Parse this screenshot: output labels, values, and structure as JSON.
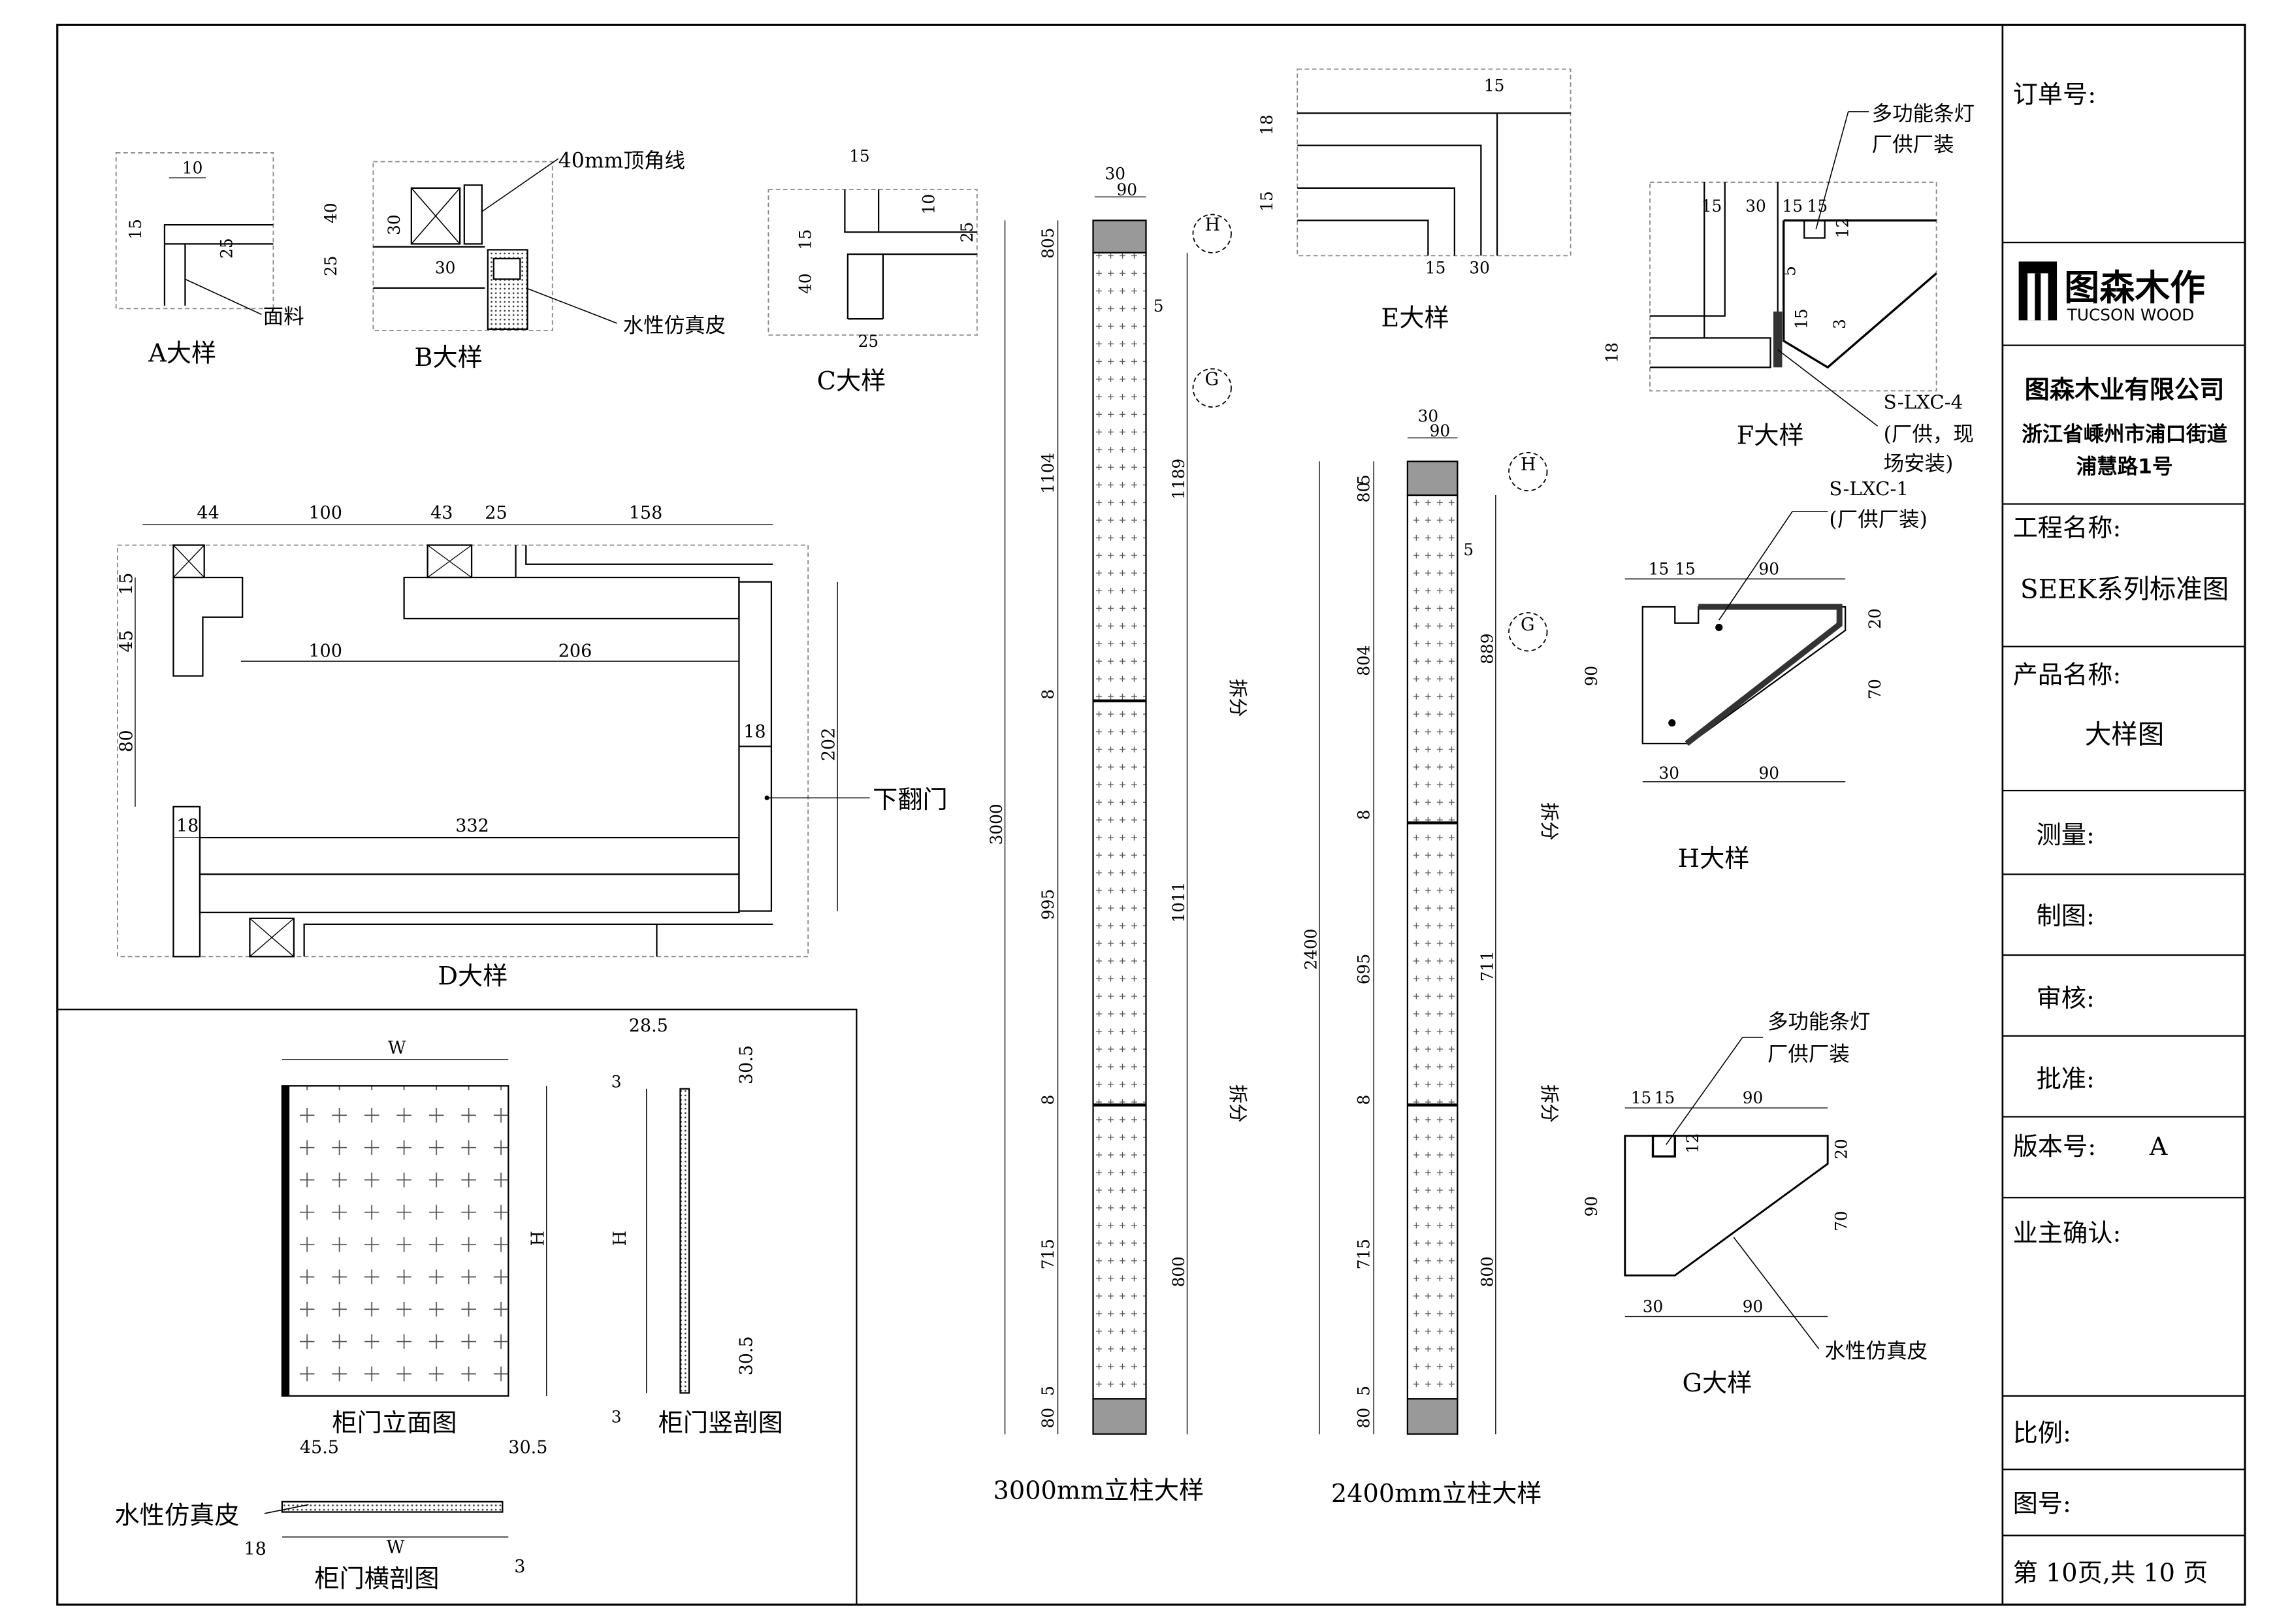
{
  "title_block": {
    "order_no_label": "订单号:",
    "logo_text": "图森木作",
    "logo_sub": "TUCSON WOOD",
    "company": "图森木业有限公司",
    "address_line1": "浙江省嵊州市浦口街道",
    "address_line2": "浦慧路1号",
    "project_label": "工程名称:",
    "project_value": "SEEK系列标准图",
    "product_label": "产品名称:",
    "product_value": "大样图",
    "measure_label": "测量:",
    "draw_label": "制图:",
    "review_label": "审核:",
    "approve_label": "批准:",
    "version_label": "版本号:",
    "version_value": "A",
    "owner_confirm_label": "业主确认:",
    "scale_label": "比例:",
    "drawing_no_label": "图号:",
    "page_label": "第 10页,共 10 页"
  },
  "details": {
    "A": {
      "title": "A大样",
      "dims": [
        "10",
        "15",
        "25"
      ],
      "callouts": [
        "面料"
      ]
    },
    "B": {
      "title": "B大样",
      "dims": [
        "40",
        "30",
        "25",
        "30"
      ],
      "callouts": [
        "40mm顶角线",
        "水性仿真皮"
      ]
    },
    "C": {
      "title": "C大样",
      "dims": [
        "15",
        "10",
        "15",
        "25",
        "40",
        "25"
      ]
    },
    "D": {
      "title": "D大样",
      "top_dims": [
        "44",
        "100",
        "43",
        "25",
        "158"
      ],
      "inner_dims": [
        "100",
        "206"
      ],
      "left_dims": [
        "15",
        "45",
        "80"
      ],
      "right_dim": "202",
      "door_dim": "18",
      "bottom_dims": [
        "18",
        "332"
      ],
      "callout": "下翻门"
    },
    "E": {
      "title": "E大样",
      "dims": [
        "15",
        "18",
        "15",
        "15",
        "30"
      ]
    },
    "F": {
      "title": "F大样",
      "dims": [
        "15",
        "30",
        "15",
        "15",
        "12",
        "5",
        "15",
        "3",
        "18"
      ],
      "callouts": [
        "多功能条灯",
        "厂供厂装",
        "S-LXC-4",
        "(厂供，现",
        "场安装)"
      ]
    },
    "H": {
      "title": "H大样",
      "dims": [
        "15",
        "15",
        "90",
        "20",
        "70",
        "90",
        "30",
        "90"
      ],
      "callouts": [
        "S-LXC-1",
        "(厂供厂装)"
      ]
    },
    "G": {
      "title": "G大样",
      "dims": [
        "15",
        "15",
        "90",
        "12",
        "20",
        "70",
        "90",
        "30",
        "90"
      ],
      "callouts": [
        "多功能条灯",
        "厂供厂装",
        "水性仿真皮"
      ]
    }
  },
  "columns": {
    "c3000": {
      "title": "3000mm立柱大样",
      "left_dims": [
        "5",
        "80",
        "1104",
        "8",
        "995",
        "8",
        "715",
        "5",
        "80"
      ],
      "right_dims": [
        "1189",
        "1011",
        "800"
      ],
      "total": "3000",
      "top_dims": [
        "30",
        "90"
      ],
      "small": "5",
      "markers": [
        "H",
        "G"
      ],
      "split": "拆分"
    },
    "c2400": {
      "title": "2400mm立柱大样",
      "left_dims": [
        "5",
        "80",
        "804",
        "8",
        "695",
        "8",
        "715",
        "5",
        "80"
      ],
      "right_dims": [
        "889",
        "711",
        "800"
      ],
      "total": "2400",
      "top_dims": [
        "30",
        "90"
      ],
      "small": "5",
      "markers": [
        "H",
        "G"
      ],
      "split": "拆分"
    }
  },
  "door": {
    "elev_title": "柜门立面图",
    "vsec_title": "柜门竖剖图",
    "hsec_title": "柜门横剖图",
    "W": "W",
    "H": "H",
    "vsec_dims": [
      "28.5",
      "3",
      "30.5",
      "30.5",
      "3"
    ],
    "hsec_dims": [
      "45.5",
      "30.5",
      "18",
      "3"
    ],
    "material": "水性仿真皮"
  }
}
